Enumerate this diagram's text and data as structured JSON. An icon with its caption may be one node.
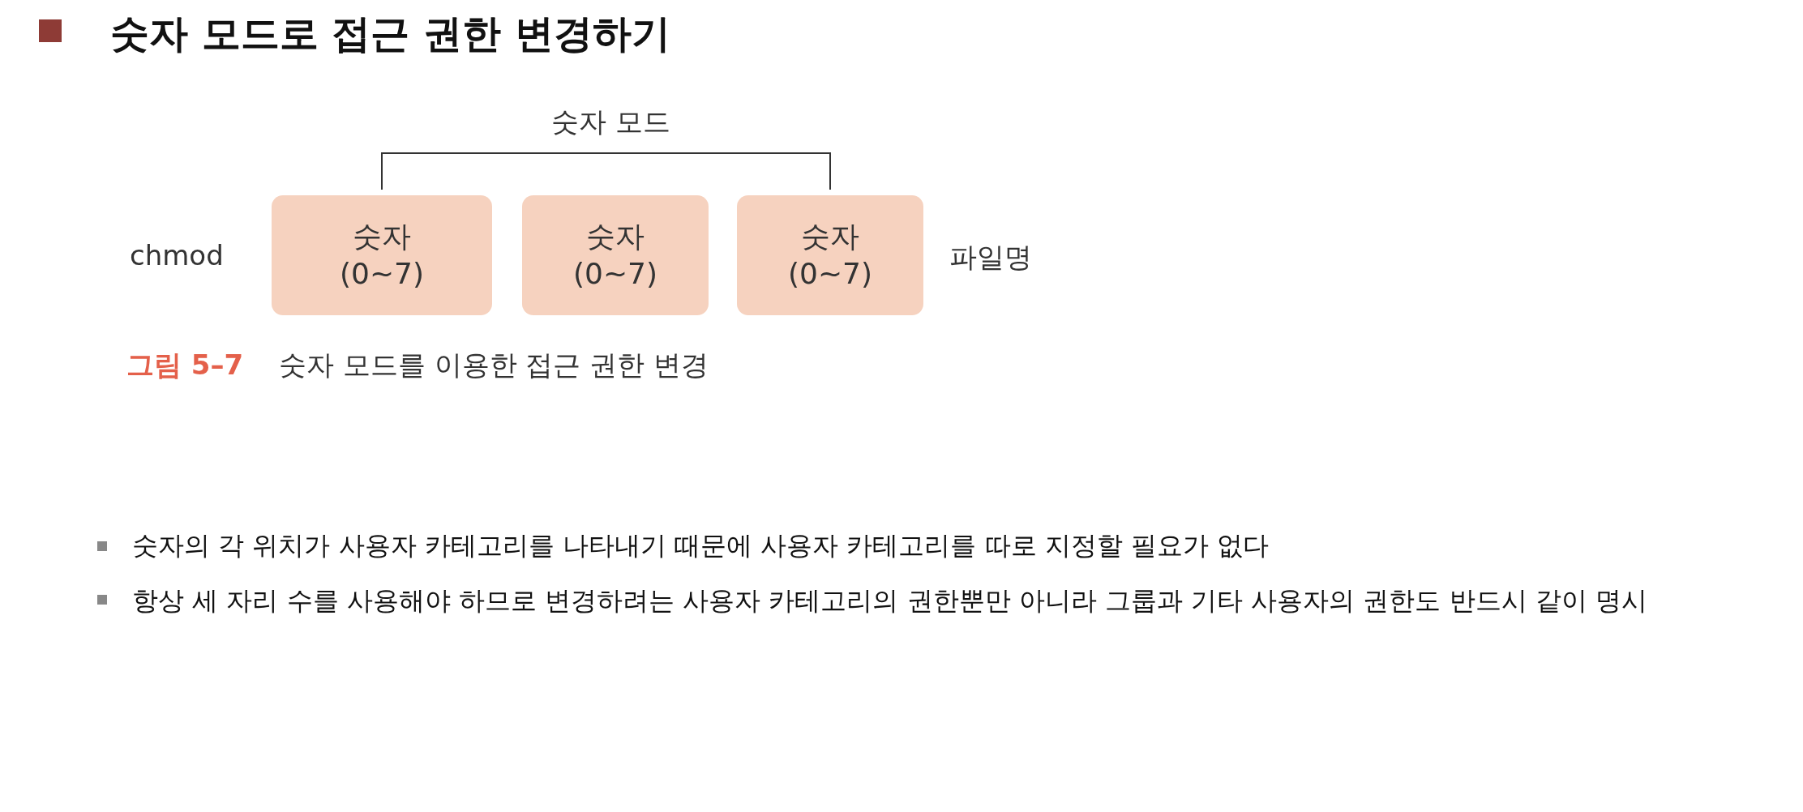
{
  "diagram": {
    "title": "숫자 모드로 접근 권한 변경하기",
    "nodes": [
      {
        "text": [
          "숫자 (0~7)"
        ]
      },
      {
        "text": [
          "숫자 (0~7)"
        ]
      },
      {
        "text": [
          "숫자 (0~7)"
        ]
      }
    ],
    "labels": [
      "숫자 모드",
      "chmod",
      "파일명",
      "그림 5–7",
      "숫자 모드를 이용한 접근 권한 변경",
      "숫자의 각 위치가 사용자 카테고리를 나타내기 때문에 사용자 카테고리를 따로 지정할 필요가 없다",
      "항상 세 자리 수를 사용해야 하므로 변경하려는 사용자 카테고리의 권한뿐만 아니라 그룹과 기타 사용자의 권한도 반드시 같이 명시"
    ]
  }
}
